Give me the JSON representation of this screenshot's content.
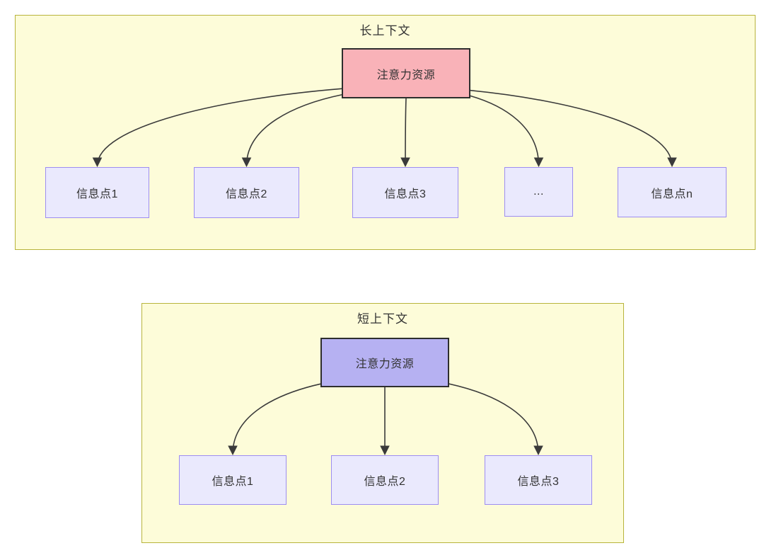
{
  "colors": {
    "canvas_bg": "#ffffff",
    "container_fill": "#FDFCD9",
    "container_border": "#B8B43C",
    "attention_long_fill": "#F9B2B8",
    "attention_short_fill": "#B6B1F2",
    "attention_border": "#2E2E2E",
    "info_fill": "#EAE9FD",
    "info_border": "#9D8DF1",
    "arrow": "#3A3A3A",
    "text": "#333333"
  },
  "diagrams": [
    {
      "id": "long-context",
      "title": "长上下文",
      "attention": {
        "id": "att-long",
        "label": "注意力资源"
      },
      "info_nodes": [
        {
          "id": "l1",
          "label": "信息点1"
        },
        {
          "id": "l2",
          "label": "信息点2"
        },
        {
          "id": "l3",
          "label": "信息点3"
        },
        {
          "id": "ldots",
          "label": "..."
        },
        {
          "id": "ln",
          "label": "信息点n"
        }
      ]
    },
    {
      "id": "short-context",
      "title": "短上下文",
      "attention": {
        "id": "att-short",
        "label": "注意力资源"
      },
      "info_nodes": [
        {
          "id": "s1",
          "label": "信息点1"
        },
        {
          "id": "s2",
          "label": "信息点2"
        },
        {
          "id": "s3",
          "label": "信息点3"
        }
      ]
    }
  ],
  "edges": [
    {
      "from": "att-long",
      "to": "l1"
    },
    {
      "from": "att-long",
      "to": "l2"
    },
    {
      "from": "att-long",
      "to": "l3"
    },
    {
      "from": "att-long",
      "to": "ldots"
    },
    {
      "from": "att-long",
      "to": "ln"
    },
    {
      "from": "att-short",
      "to": "s1"
    },
    {
      "from": "att-short",
      "to": "s2"
    },
    {
      "from": "att-short",
      "to": "s3"
    }
  ]
}
